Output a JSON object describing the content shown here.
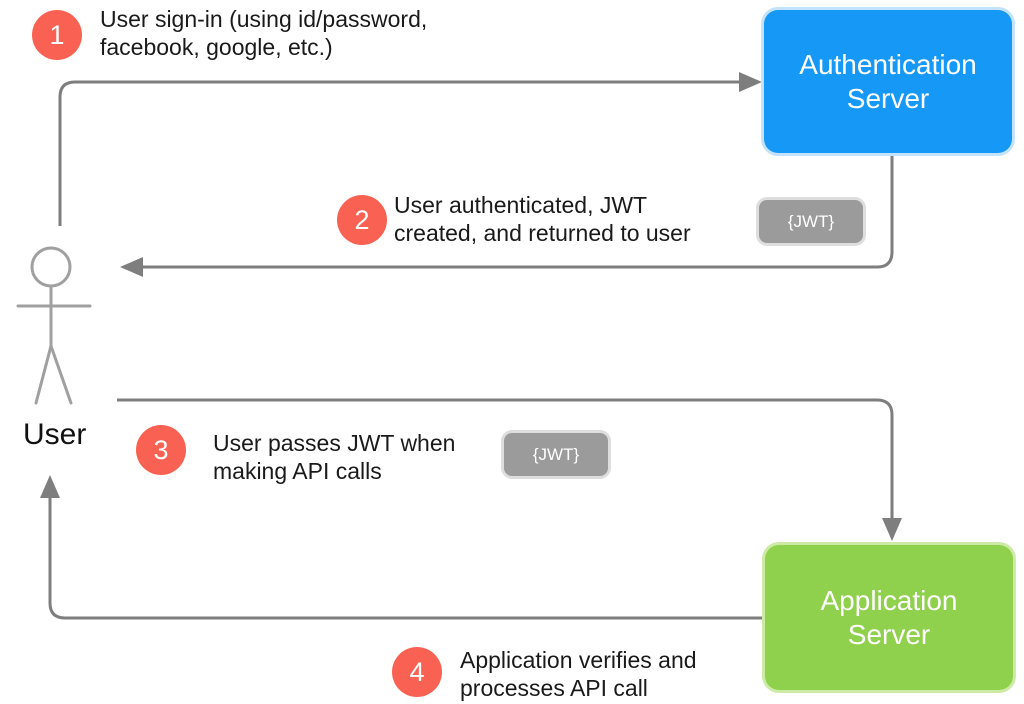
{
  "diagram": {
    "subject": "JWT authentication flow",
    "colors": {
      "auth_server_fill": "#1698f6",
      "app_server_fill": "#8fd14c",
      "step_badge_fill": "#f96252",
      "jwt_chip_fill": "#9b9b9b",
      "arrow_stroke": "#7e7e7e",
      "stick_figure_stroke": "#a0a0a0",
      "text_color": "#1a1a1a"
    }
  },
  "actors": {
    "user": {
      "label": "User"
    },
    "auth_server": {
      "line1": "Authentication",
      "line2": "Server"
    },
    "app_server": {
      "line1": "Application",
      "line2": "Server"
    }
  },
  "steps": [
    {
      "number": "1",
      "line1": "User sign-in (using id/password,",
      "line2": "facebook, google, etc.)"
    },
    {
      "number": "2",
      "line1": "User authenticated, JWT",
      "line2": "created, and returned to user",
      "token": "{JWT}"
    },
    {
      "number": "3",
      "line1": "User passes JWT when",
      "line2": "making API calls",
      "token": "{JWT}"
    },
    {
      "number": "4",
      "line1": "Application verifies and",
      "line2": "processes API call"
    }
  ]
}
